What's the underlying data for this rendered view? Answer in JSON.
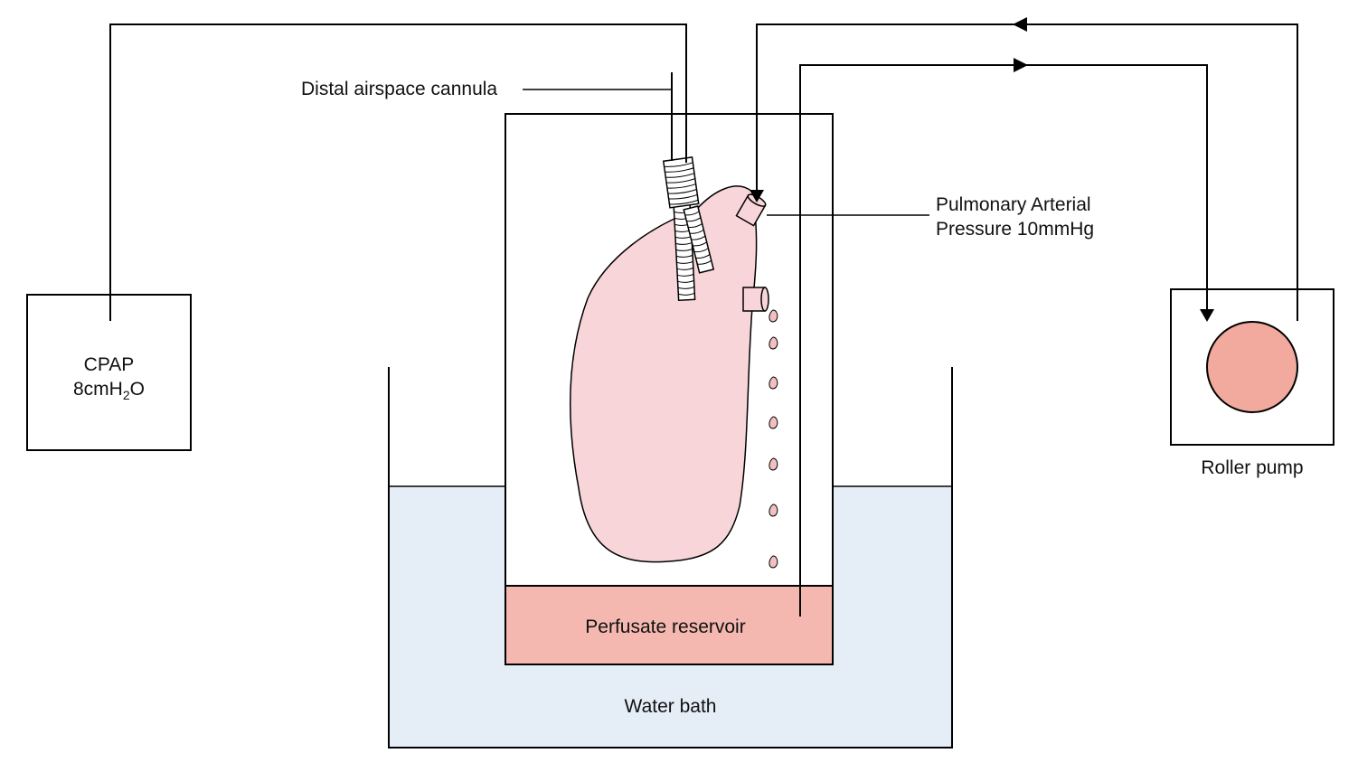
{
  "colors": {
    "line": "#000000",
    "lung_fill": "#f8d5d8",
    "reservoir_fill": "#f4b8b1",
    "water_fill": "#e5edf7",
    "pump_fill": "#f2a99e",
    "droplet_fill": "#f2c0c0"
  },
  "labels": {
    "cannula": "Distal airspace cannula",
    "pa_pressure_line1": "Pulmonary Arterial",
    "pa_pressure_line2": "Pressure 10mmHg",
    "cpap_line1": "CPAP",
    "cpap_prefix": "8cmH",
    "cpap_subscript": "2",
    "cpap_suffix": "O",
    "roller_pump": "Roller pump",
    "reservoir": "Perfusate reservoir",
    "water_bath": "Water bath"
  }
}
